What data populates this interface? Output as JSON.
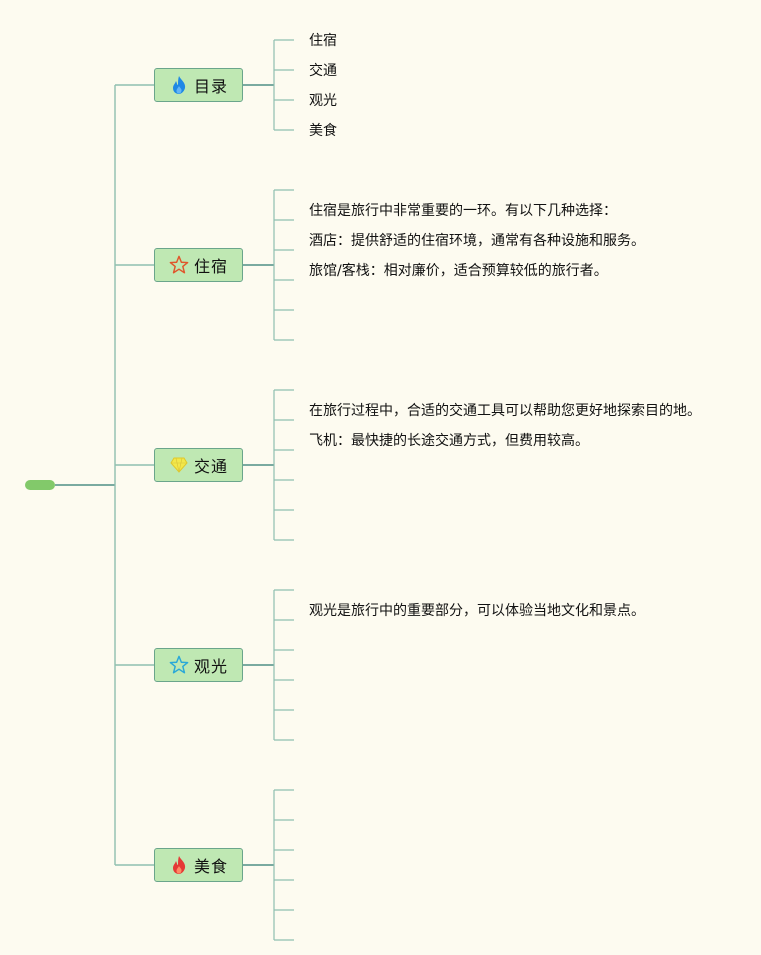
{
  "colors": {
    "background": "#fdfbf0",
    "connector": "#4f8f86",
    "topic_fill": "#bfe8b3",
    "topic_border": "#6aa58b",
    "root_fill": "#82c96a"
  },
  "topics": [
    {
      "label": "目录",
      "icon": "blue-flame-icon",
      "leaves": [
        "住宿",
        "交通",
        "观光",
        "美食"
      ]
    },
    {
      "label": "住宿",
      "icon": "red-star-outline-icon",
      "leaves": [
        "",
        "住宿是旅行中非常重要的一环。有以下几种选择：",
        "酒店：提供舒适的住宿环境，通常有各种设施和服务。",
        "旅馆/客栈：相对廉价，适合预算较低的旅行者。",
        "",
        ""
      ]
    },
    {
      "label": "交通",
      "icon": "yellow-gem-icon",
      "leaves": [
        "",
        "在旅行过程中，合适的交通工具可以帮助您更好地探索目的地。",
        "飞机：最快捷的长途交通方式，但费用较高。",
        "",
        "",
        ""
      ]
    },
    {
      "label": "观光",
      "icon": "blue-star-outline-icon",
      "leaves": [
        "",
        "观光是旅行中的重要部分，可以体验当地文化和景点。",
        "",
        "",
        "",
        ""
      ]
    },
    {
      "label": "美食",
      "icon": "red-flame-icon",
      "leaves": [
        "",
        "",
        "",
        "",
        "",
        ""
      ]
    }
  ]
}
